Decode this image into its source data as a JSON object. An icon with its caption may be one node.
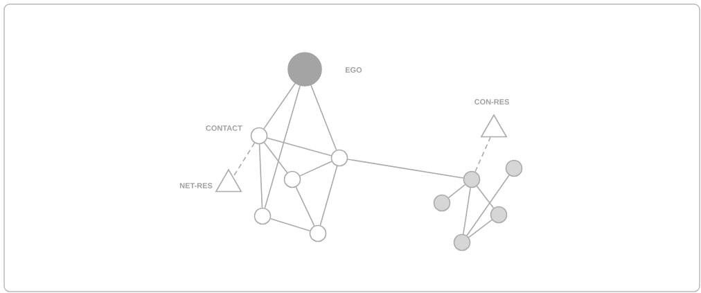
{
  "diagram": {
    "nodes": [
      {
        "text": [],
        "shape": "circle",
        "beside": [
          "EGO"
        ]
      },
      {
        "text": [],
        "shape": "circle",
        "beside": [
          "CONTACT"
        ]
      },
      {
        "text": [],
        "shape": "circle"
      },
      {
        "text": [],
        "shape": "circle"
      },
      {
        "text": [],
        "shape": "circle"
      },
      {
        "text": [],
        "shape": "circle"
      },
      {
        "text": [],
        "shape": "triangle",
        "beside": [
          "NET-RES"
        ]
      },
      {
        "text": [],
        "shape": "triangle",
        "beside": [
          "CON-RES"
        ]
      },
      {
        "text": [],
        "shape": "circle"
      },
      {
        "text": [],
        "shape": "circle"
      },
      {
        "text": [],
        "shape": "circle"
      },
      {
        "text": [],
        "shape": "circle"
      },
      {
        "text": [],
        "shape": "circle"
      }
    ],
    "edges": [
      {
        "from": 0,
        "to": 1,
        "arrow": "none"
      },
      {
        "from": 0,
        "to": 4,
        "arrow": "none"
      },
      {
        "from": 0,
        "to": 2,
        "arrow": "none"
      },
      {
        "from": 1,
        "to": 2,
        "arrow": "none"
      },
      {
        "from": 1,
        "to": 3,
        "arrow": "none"
      },
      {
        "from": 1,
        "to": 4,
        "arrow": "none"
      },
      {
        "from": 2,
        "to": 3,
        "arrow": "none"
      },
      {
        "from": 3,
        "to": 5,
        "arrow": "none"
      },
      {
        "from": 2,
        "to": 5,
        "arrow": "none"
      },
      {
        "from": 4,
        "to": 5,
        "arrow": "none"
      },
      {
        "from": 1,
        "to": 6,
        "arrow": "none",
        "style": "dashed"
      },
      {
        "from": 2,
        "to": 8,
        "arrow": "none"
      },
      {
        "from": 8,
        "to": 7,
        "arrow": "none",
        "style": "dashed"
      },
      {
        "from": 8,
        "to": 10,
        "arrow": "none"
      },
      {
        "from": 8,
        "to": 12,
        "arrow": "none"
      },
      {
        "from": 8,
        "to": 11,
        "arrow": "none"
      },
      {
        "from": 9,
        "to": 12,
        "arrow": "none"
      },
      {
        "from": 11,
        "to": 12,
        "arrow": "none"
      }
    ]
  }
}
